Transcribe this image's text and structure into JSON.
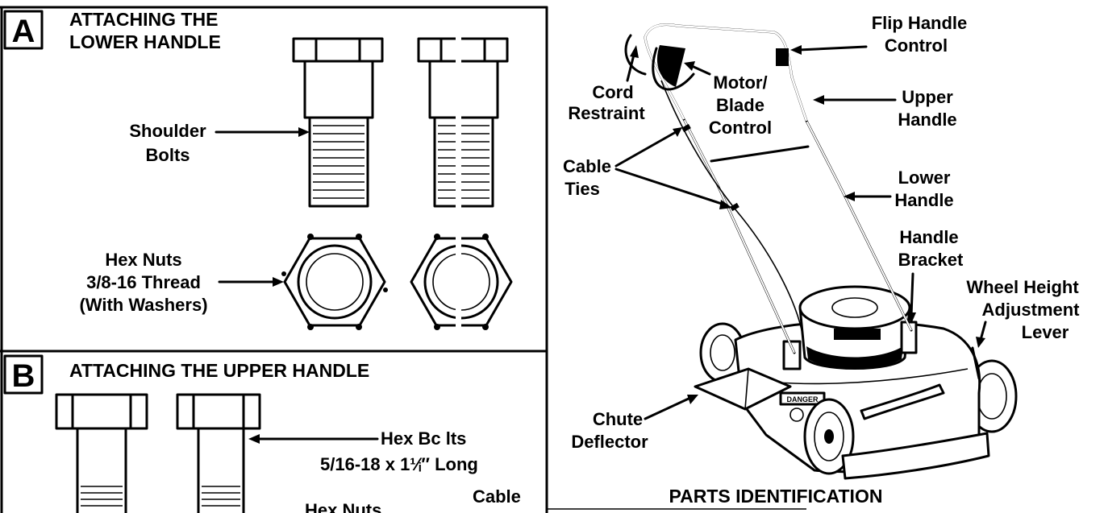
{
  "panel_a": {
    "letter": "A",
    "title_line1": "ATTACHING THE",
    "title_line2": "LOWER HANDLE",
    "shoulder_line1": "Shoulder",
    "shoulder_line2": "Bolts",
    "hexnuts_line1": "Hex Nuts",
    "hexnuts_line2": "3/8-16 Thread",
    "hexnuts_line3": "(With Washers)"
  },
  "panel_b": {
    "letter": "B",
    "title": "ATTACHING THE UPPER HANDLE",
    "hexbolts_line1": "Hex Bc lts",
    "hexbolts_line2": "5/16-18 x 1¹⁄ᵢ″ Long",
    "hexnuts_partial": "Hex Nuts",
    "cable_partial": "Cable"
  },
  "parts": {
    "cord_line1": "Cord",
    "cord_line2": "Restraint",
    "motor_line1": "Motor/",
    "motor_line2": "Blade",
    "motor_line3": "Control",
    "flip_line1": "Flip Handle",
    "flip_line2": "Control",
    "upper_line1": "Upper",
    "upper_line2": "Handle",
    "cableties_line1": "Cable",
    "cableties_line2": "Ties",
    "lower_line1": "Lower",
    "lower_line2": "Handle",
    "bracket_line1": "Handle",
    "bracket_line2": "Bracket",
    "wheel_line1": "Wheel Height",
    "wheel_line2": "Adjustment",
    "wheel_line3": "Lever",
    "chute_line1": "Chute",
    "chute_line2": "Deflector",
    "danger_decal": "DANGER",
    "caption": "PARTS IDENTIFICATION"
  }
}
